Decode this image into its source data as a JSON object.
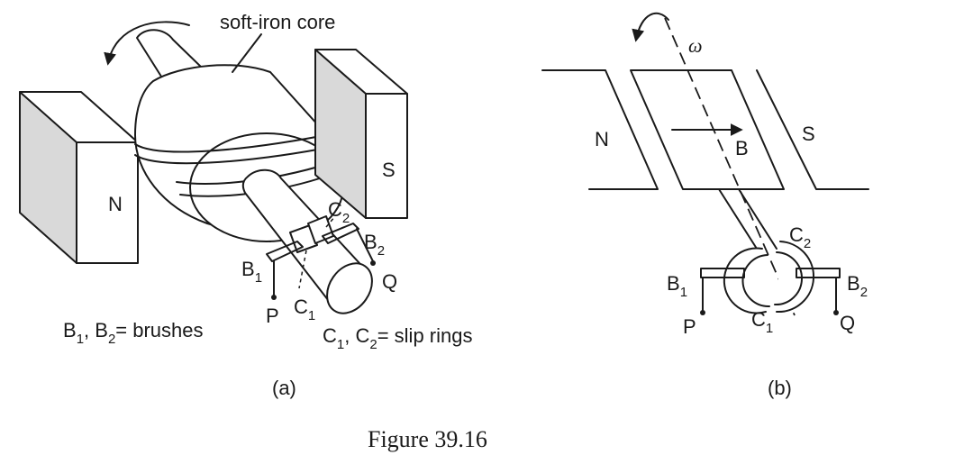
{
  "panel_a": {
    "core_label": "soft-iron core",
    "pole_n": "N",
    "pole_s": "S",
    "brush1": "B",
    "brush1_sub": "1",
    "brush2": "B",
    "brush2_sub": "2",
    "ring1": "C",
    "ring1_sub": "1",
    "ring2": "C",
    "ring2_sub": "2",
    "terminal_p": "P",
    "terminal_q": "Q",
    "legend_brushes": {
      "b": "B",
      "s1": "1",
      "mid": ", B",
      "s2": "2",
      "tail": "= brushes"
    },
    "legend_rings": {
      "c": "C",
      "s1": "1",
      "mid": ", C",
      "s2": "2",
      "tail": "= slip rings"
    },
    "caption": "(a)"
  },
  "panel_b": {
    "omega": "ω",
    "pole_n": "N",
    "pole_s": "S",
    "field": "B",
    "brush1": "B",
    "brush1_sub": "1",
    "brush2": "B",
    "brush2_sub": "2",
    "ring1": "C",
    "ring1_sub": "1",
    "ring2": "C",
    "ring2_sub": "2",
    "terminal_p": "P",
    "terminal_q": "Q",
    "caption": "(b)"
  },
  "figure_caption": "Figure 39.16"
}
